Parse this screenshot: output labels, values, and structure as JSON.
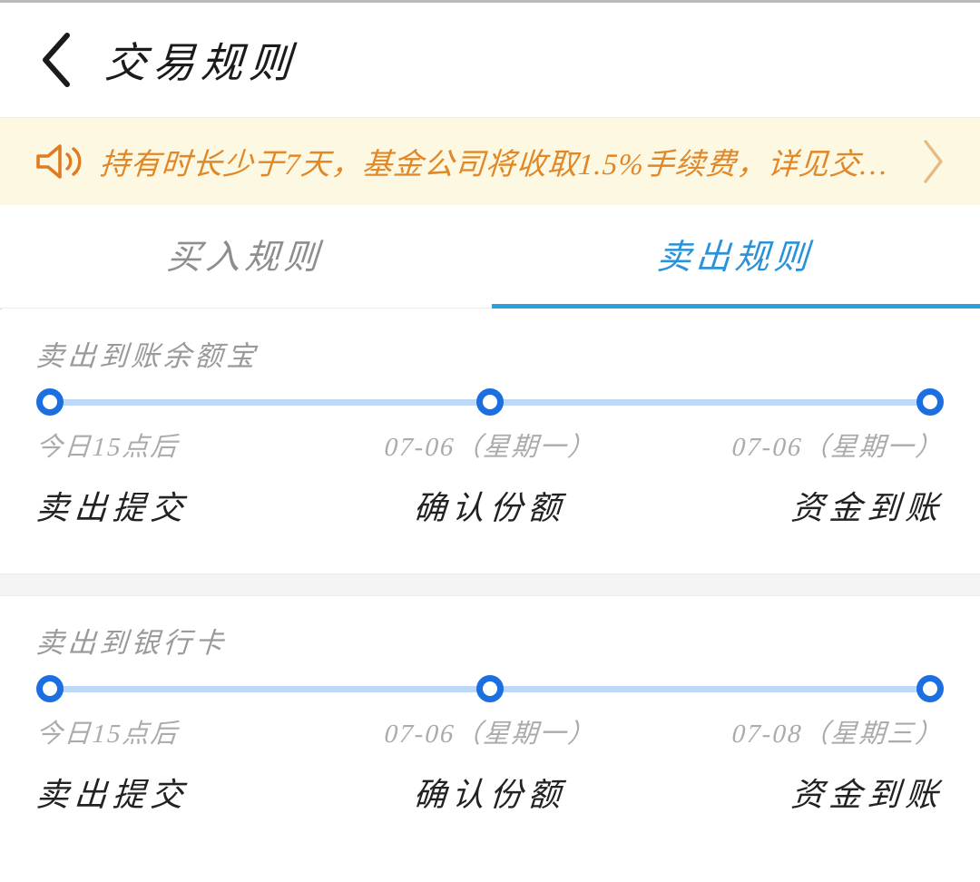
{
  "window": {
    "title": "交易规则"
  },
  "navbar": {
    "back_icon": "chevron-left-icon",
    "title": "交易规则"
  },
  "notice": {
    "icon": "speaker-icon",
    "text": "持有时长少于7天，基金公司将收取1.5%手续费，详见交…",
    "arrow_icon": "chevron-right-icon",
    "bg_color": "#fdf8e2",
    "text_color": "#e08828"
  },
  "tabs": {
    "active_index": 1,
    "items": [
      {
        "label": "买入规则",
        "active": false
      },
      {
        "label": "卖出规则",
        "active": true
      }
    ],
    "active_color": "#2a92d8",
    "inactive_color": "#8e8e8e",
    "underline_color": "#2a9fdc"
  },
  "sections": [
    {
      "title": "卖出到账余额宝",
      "steps": [
        {
          "date": "今日15点后",
          "name": "卖出提交"
        },
        {
          "date": "07-06（星期一）",
          "name": "确认份额"
        },
        {
          "date": "07-06（星期一）",
          "name": "资金到账"
        }
      ]
    },
    {
      "title": "卖出到银行卡",
      "steps": [
        {
          "date": "今日15点后",
          "name": "卖出提交"
        },
        {
          "date": "07-06（星期一）",
          "name": "确认份额"
        },
        {
          "date": "07-08（星期三）",
          "name": "资金到账"
        }
      ]
    }
  ],
  "theme": {
    "node_color": "#1b6fe0",
    "line_color": "#bdd9f7",
    "divider_color": "#f4f4f4",
    "page_bg": "#ffffff"
  }
}
